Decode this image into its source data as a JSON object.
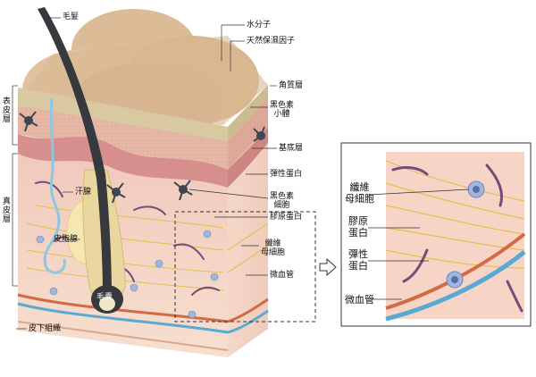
{
  "labels": {
    "hair": "毛髮",
    "water_molecule": "水分子",
    "nmf": "天然保濕因子",
    "stratum_corneum": "角質層",
    "melanosome": "黑色素\n小體",
    "epidermis": "表皮層",
    "basal_layer": "基底層",
    "dermis": "真皮層",
    "elastin": "彈性蛋白",
    "melanocyte": "黑色素\n細胞",
    "sweat_gland": "汗腺",
    "collagen": "膠原蛋白",
    "sebaceous_gland": "皮脂腺",
    "fibroblast": "纖維\n母細胞",
    "capillary": "微血管",
    "hair_bulb": "毛囊",
    "subcutaneous": "皮下組織"
  },
  "inset": {
    "fibroblast": "纖維\n母細胞",
    "collagen": "膠原\n蛋白",
    "elastin": "彈性\n蛋白",
    "capillary": "微血管"
  },
  "colors": {
    "tissue": "#f3d4c3",
    "epidermis": "#e7b7a6",
    "basal": "#d68f8d",
    "corneum": "#d9c9a1",
    "top": "#d9b995",
    "hair": "#36393e",
    "collagen": "#e3c050",
    "fibers": "#7a4a7a",
    "capillary_red": "#d25a2a",
    "capillary_blue": "#5aa9d3",
    "fibroblast": "#9fb6df"
  }
}
